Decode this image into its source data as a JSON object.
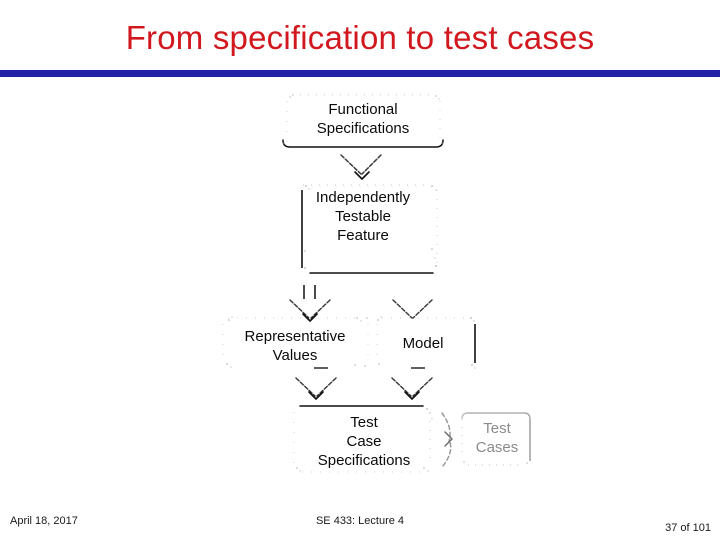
{
  "slide": {
    "title": "From specification to test cases",
    "accent_rule_color": "#2122a6",
    "title_color": "#d1181f"
  },
  "diagram": {
    "type": "flowchart",
    "nodes": [
      {
        "id": "functional-specifications",
        "label": "Functional\nSpecifications",
        "line1": "Functional",
        "line2": "Specifications",
        "color": "#0b0b0b"
      },
      {
        "id": "independently-testable-feature",
        "label": "Independently Testable Feature",
        "line1": "Independently",
        "line2": "Testable",
        "line3": "Feature",
        "color": "#0b0b0b"
      },
      {
        "id": "representative-values",
        "label": "Representative Values",
        "line1": "Representative",
        "line2": "Values",
        "color": "#0b0b0b"
      },
      {
        "id": "model",
        "label": "Model",
        "line1": "Model",
        "color": "#0b0b0b"
      },
      {
        "id": "test-case-specifications",
        "label": "Test Case Specifications",
        "line1": "Test",
        "line2": "Case",
        "line3": "Specifications",
        "color": "#0b0b0b"
      },
      {
        "id": "test-cases",
        "label": "Test Cases",
        "line1": "Test",
        "line2": "Cases",
        "color": "#8a8a8a"
      }
    ],
    "edges": [
      {
        "from": "functional-specifications",
        "to": "independently-testable-feature"
      },
      {
        "from": "independently-testable-feature",
        "to": "representative-values"
      },
      {
        "from": "independently-testable-feature",
        "to": "model"
      },
      {
        "from": "representative-values",
        "to": "test-case-specifications"
      },
      {
        "from": "model",
        "to": "test-case-specifications"
      },
      {
        "from": "test-case-specifications",
        "to": "test-cases"
      }
    ]
  },
  "footer": {
    "date": "April 18, 2017",
    "course": "SE 433: Lecture 4",
    "page": "37 of 101"
  }
}
